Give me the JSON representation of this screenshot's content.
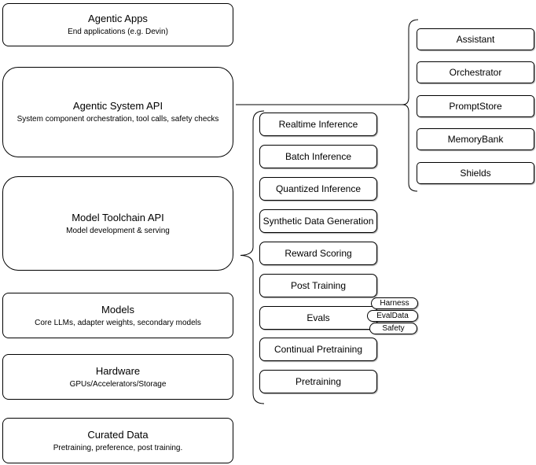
{
  "diagram": {
    "left_stack": [
      {
        "title": "Agentic Apps",
        "subtitle": "End applications (e.g. Devin)"
      },
      {
        "title": "Agentic System API",
        "subtitle": "System component orchestration, tool calls, safety checks"
      },
      {
        "title": "Model Toolchain API",
        "subtitle": "Model development & serving"
      },
      {
        "title": "Models",
        "subtitle": "Core LLMs, adapter weights, secondary models"
      },
      {
        "title": "Hardware",
        "subtitle": "GPUs/Accelerators/Storage"
      },
      {
        "title": "Curated Data",
        "subtitle": "Pretraining, preference, post training."
      }
    ],
    "toolchain_services": [
      "Realtime Inference",
      "Batch Inference",
      "Quantized Inference",
      "Synthetic Data Generation",
      "Reward Scoring",
      "Post Training",
      "Evals",
      "Continual Pretraining",
      "Pretraining"
    ],
    "eval_badges": [
      "Harness",
      "EvalData",
      "Safety"
    ],
    "agentic_components": [
      "Assistant",
      "Orchestrator",
      "PromptStore",
      "MemoryBank",
      "Shields"
    ],
    "colors": {
      "stroke": "#000000",
      "fill": "#ffffff",
      "background": "#ffffff"
    }
  }
}
